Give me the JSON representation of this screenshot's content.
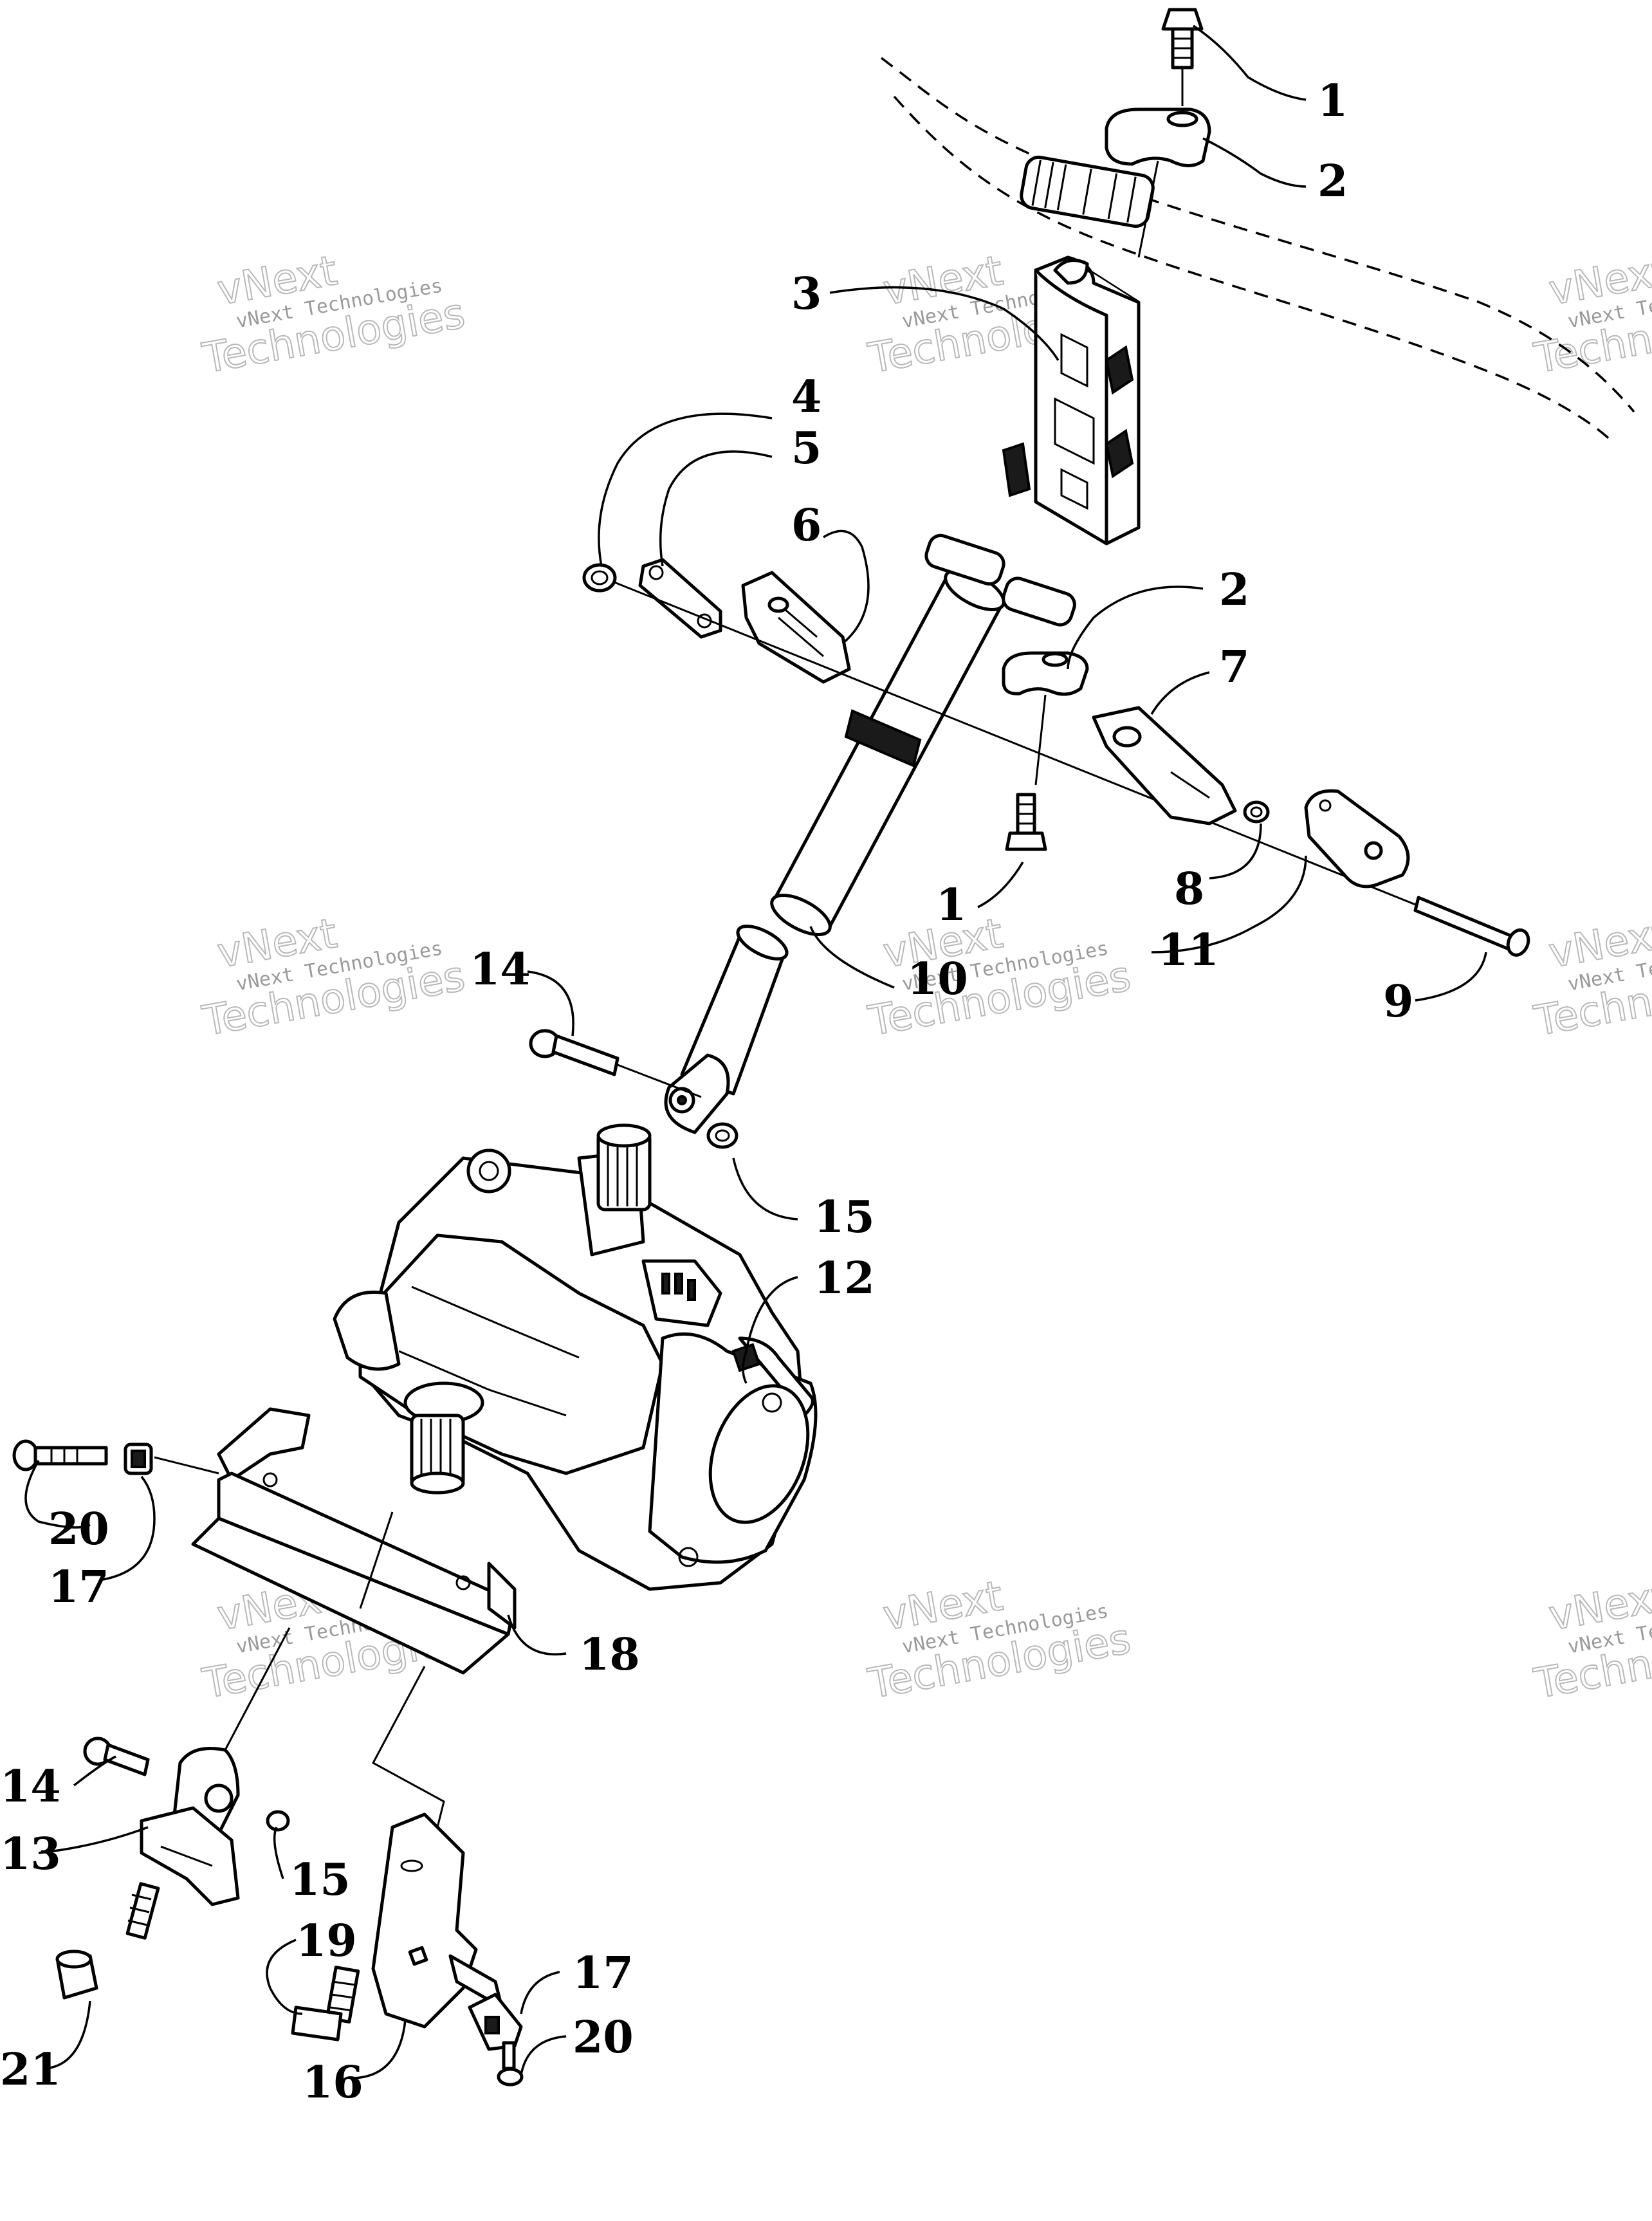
{
  "watermark": {
    "line1": "vNext",
    "line2": "vNext Technologies",
    "line3": "Technologies"
  },
  "callouts": [
    {
      "id": "c1a",
      "label": "1"
    },
    {
      "id": "c2a",
      "label": "2"
    },
    {
      "id": "c3",
      "label": "3"
    },
    {
      "id": "c4",
      "label": "4"
    },
    {
      "id": "c5",
      "label": "5"
    },
    {
      "id": "c6",
      "label": "6"
    },
    {
      "id": "c2b",
      "label": "2"
    },
    {
      "id": "c7",
      "label": "7"
    },
    {
      "id": "c8",
      "label": "8"
    },
    {
      "id": "c1b",
      "label": "1"
    },
    {
      "id": "c11",
      "label": "11"
    },
    {
      "id": "c9",
      "label": "9"
    },
    {
      "id": "c10",
      "label": "10"
    },
    {
      "id": "c14a",
      "label": "14"
    },
    {
      "id": "c15a",
      "label": "15"
    },
    {
      "id": "c12",
      "label": "12"
    },
    {
      "id": "c20a",
      "label": "20"
    },
    {
      "id": "c17a",
      "label": "17"
    },
    {
      "id": "c18",
      "label": "18"
    },
    {
      "id": "c14b",
      "label": "14"
    },
    {
      "id": "c13",
      "label": "13"
    },
    {
      "id": "c15b",
      "label": "15"
    },
    {
      "id": "c19",
      "label": "19"
    },
    {
      "id": "c17b",
      "label": "17"
    },
    {
      "id": "c20b",
      "label": "20"
    },
    {
      "id": "c21",
      "label": "21"
    },
    {
      "id": "c16",
      "label": "16"
    }
  ]
}
